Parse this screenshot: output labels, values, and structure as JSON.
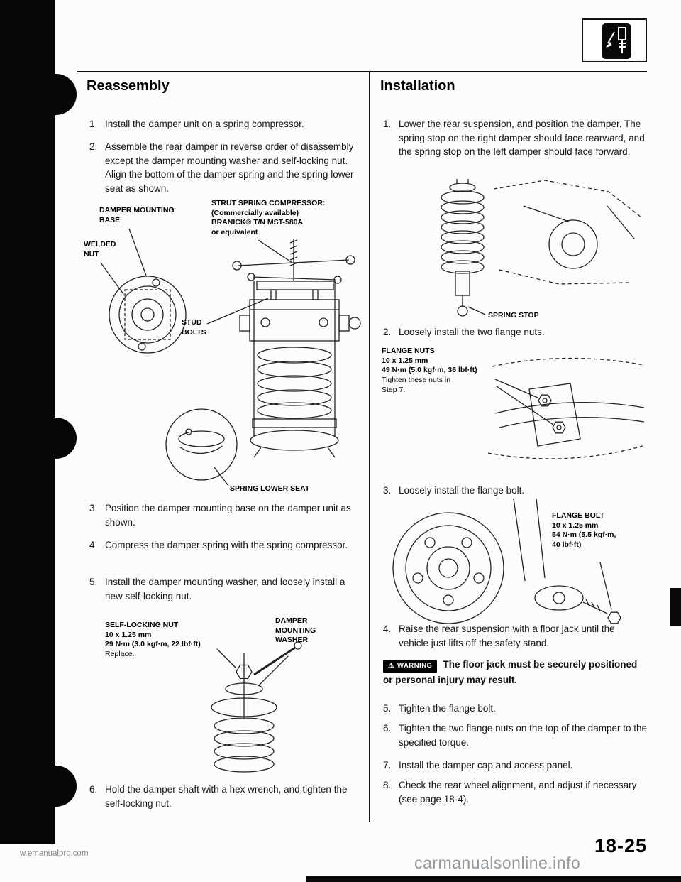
{
  "reassembly": {
    "title": "Reassembly",
    "steps": [
      {
        "num": "1.",
        "text": "Install the damper unit on a spring compressor."
      },
      {
        "num": "2.",
        "text": "Assemble the rear damper in reverse order of disassembly except the damper mounting washer and self-locking nut. Align the bottom of the damper spring and the spring lower seat as shown."
      },
      {
        "num": "3.",
        "text": "Position the damper mounting base on the damper unit as shown."
      },
      {
        "num": "4.",
        "text": "Compress the damper spring with the spring compressor."
      },
      {
        "num": "5.",
        "text": "Install the damper mounting washer, and loosely install a new self-locking nut."
      },
      {
        "num": "6.",
        "text": "Hold the damper shaft with a hex wrench, and tighten the self-locking nut."
      }
    ],
    "fig_compressor": {
      "damper_mounting_base_label": "DAMPER MOUNTING\nBASE",
      "welded_nut_label": "WELDED\nNUT",
      "compressor_label": "STRUT SPRING COMPRESSOR:\n(Commercially available)\nBRANICK® T/N MST-580A\nor equivalent",
      "stud_bolts_label": "STUD\nBOLTS",
      "spring_lower_seat_label": "SPRING LOWER SEAT"
    },
    "fig_locknut": {
      "self_locking_nut_label": "SELF-LOCKING NUT",
      "self_locking_nut_spec": "10 x 1.25 mm\n29 N·m (3.0 kgf·m, 22 lbf·ft)",
      "self_locking_nut_note": "Replace.",
      "damper_mounting_washer_label": "DAMPER\nMOUNTING\nWASHER"
    }
  },
  "installation": {
    "title": "Installation",
    "steps": [
      {
        "num": "1.",
        "text": "Lower the rear suspension, and position the damper. The spring stop on the right damper should face rearward, and the spring stop on the left damper should face forward."
      },
      {
        "num": "2.",
        "text": "Loosely install the two flange nuts."
      },
      {
        "num": "3.",
        "text": "Loosely install the flange bolt."
      },
      {
        "num": "4.",
        "text": "Raise the rear suspension with a floor jack until the vehicle just lifts off the safety stand."
      },
      {
        "num": "5.",
        "text": "Tighten the flange bolt."
      },
      {
        "num": "6.",
        "text": "Tighten the two flange nuts on the top of the damper to the specified torque."
      },
      {
        "num": "7.",
        "text": "Install the damper cap and access panel."
      },
      {
        "num": "8.",
        "text": "Check the rear wheel alignment, and adjust if necessary (see page 18-4)."
      }
    ],
    "fig_spring_stop": {
      "spring_stop_label": "SPRING STOP"
    },
    "fig_flange_nuts": {
      "flange_nuts_label": "FLANGE NUTS",
      "flange_nuts_spec": "10 x 1.25 mm\n49 N·m (5.0 kgf·m, 36 lbf·ft)",
      "flange_nuts_note": "Tighten these nuts in\nStep 7."
    },
    "fig_flange_bolt": {
      "flange_bolt_label": "FLANGE BOLT",
      "flange_bolt_spec": "10 x 1.25 mm\n54 N·m (5.5 kgf·m,\n40 lbf·ft)"
    },
    "warning": {
      "badge": "WARNING",
      "text": "The floor jack must be securely positioned or personal injury may result."
    }
  },
  "footer": {
    "page_number": "18-25",
    "watermark_left": "w.emanualpro.com",
    "watermark_right": "carmanualsonline.info"
  }
}
